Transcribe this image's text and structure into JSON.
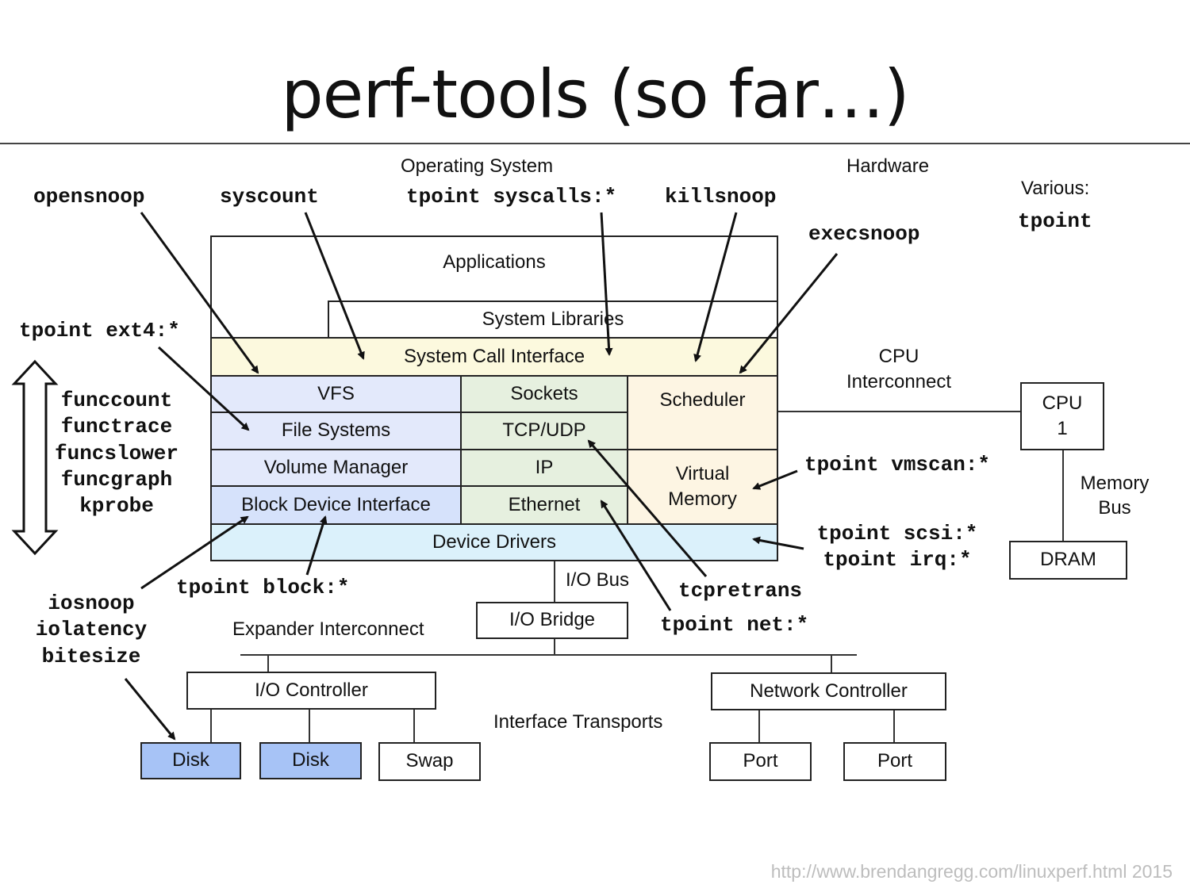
{
  "title": "perf-tools (so far…)",
  "footer": "http://www.brendangregg.com/linuxperf.html 2015",
  "sections": {
    "operating_system": "Operating System",
    "hardware": "Hardware",
    "various": "Various:"
  },
  "stack": {
    "applications": "Applications",
    "system_libraries": "System Libraries",
    "system_call_interface": "System Call Interface",
    "vfs": "VFS",
    "file_systems": "File Systems",
    "volume_manager": "Volume Manager",
    "block_device_interface": "Block Device Interface",
    "sockets": "Sockets",
    "tcp_udp": "TCP/UDP",
    "ip": "IP",
    "ethernet": "Ethernet",
    "scheduler": "Scheduler",
    "virtual_memory_line1": "Virtual",
    "virtual_memory_line2": "Memory",
    "device_drivers": "Device Drivers"
  },
  "hardware": {
    "cpu_interconnect_line1": "CPU",
    "cpu_interconnect_line2": "Interconnect",
    "cpu_line1": "CPU",
    "cpu_line2": "1",
    "memory_bus_line1": "Memory",
    "memory_bus_line2": "Bus",
    "dram": "DRAM",
    "io_bus": "I/O Bus",
    "io_bridge": "I/O Bridge",
    "expander_interconnect": "Expander Interconnect",
    "io_controller": "I/O Controller",
    "network_controller": "Network Controller",
    "interface_transports": "Interface Transports",
    "disk1": "Disk",
    "disk2": "Disk",
    "swap": "Swap",
    "port1": "Port",
    "port2": "Port"
  },
  "tools": {
    "opensnoop": "opensnoop",
    "syscount": "syscount",
    "tpoint_syscalls": "tpoint syscalls:*",
    "killsnoop": "killsnoop",
    "execsnoop": "execsnoop",
    "tpoint": "tpoint",
    "tpoint_ext4": "tpoint ext4:*",
    "func_tools": [
      "funccount",
      "functrace",
      "funcslower",
      "funcgraph",
      "kprobe"
    ],
    "io_tools": [
      "iosnoop",
      "iolatency",
      "bitesize"
    ],
    "tpoint_block": "tpoint block:*",
    "tcpretrans": "tcpretrans",
    "tpoint_net": "tpoint net:*",
    "tpoint_vmscan": "tpoint vmscan:*",
    "tpoint_scsi": "tpoint scsi:*",
    "tpoint_irq": "tpoint irq:*"
  },
  "colors": {
    "syscall_layer": "#fcf9de",
    "storage_layer": "#e3e9fb",
    "network_layer": "#e6f0df",
    "kernel_core": "#fdf5e3",
    "device_drivers": "#dbf1fb",
    "disk": "#a7c3f6",
    "footer": "#bdbdbd"
  }
}
